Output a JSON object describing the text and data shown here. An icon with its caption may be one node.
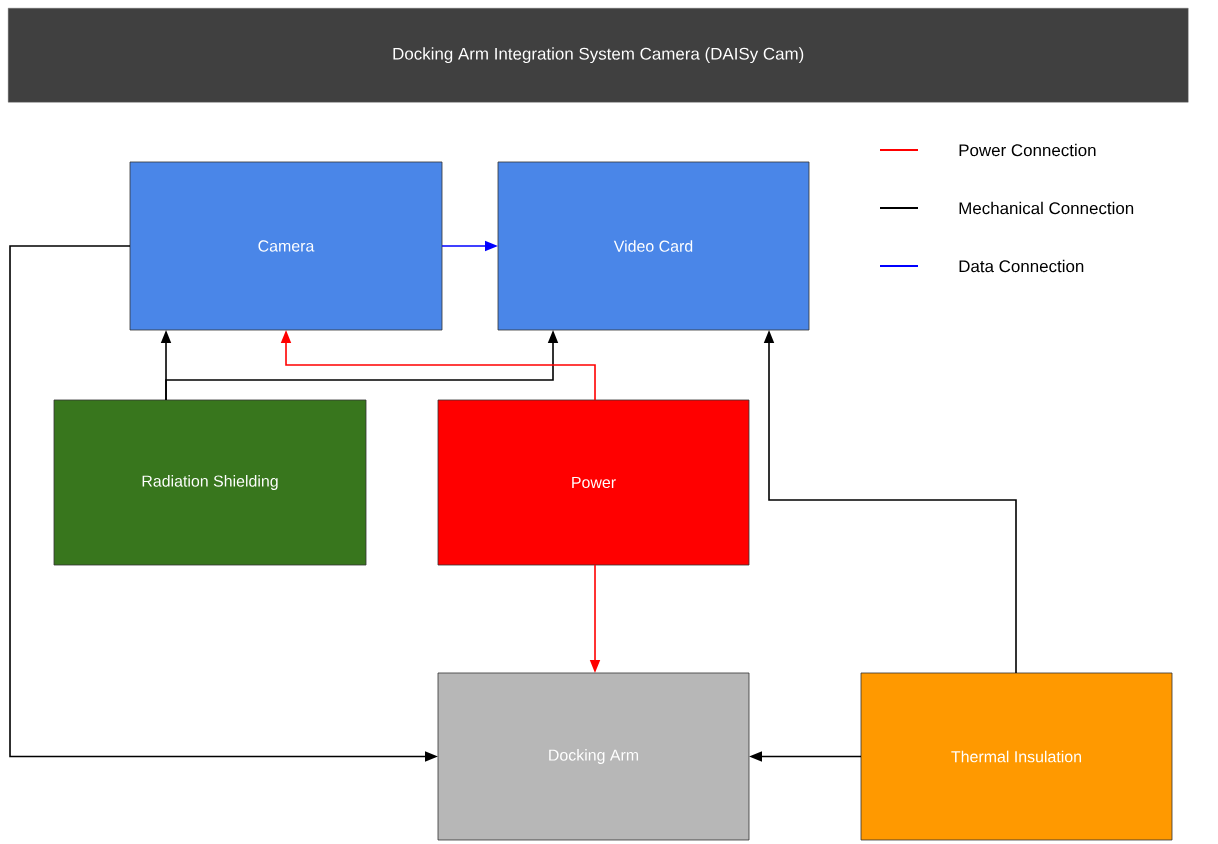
{
  "diagram": {
    "title": "Docking Arm Integration System Camera (DAISy Cam)",
    "nodes": [
      {
        "text": [
          "Camera"
        ]
      },
      {
        "text": [
          "Video Card"
        ]
      },
      {
        "text": [
          "Radiation Shielding"
        ]
      },
      {
        "text": [
          "Power"
        ]
      },
      {
        "text": [
          "Docking Arm"
        ]
      },
      {
        "text": [
          "Thermal Insulation"
        ]
      }
    ],
    "edges": [
      {
        "from": 0,
        "to": 1,
        "arrow": "to",
        "color": "#0000ff"
      },
      {
        "from": 2,
        "to": 0,
        "arrow": "to"
      },
      {
        "from": 2,
        "to": 1,
        "arrow": "to"
      },
      {
        "from": 3,
        "to": 0,
        "arrow": "to",
        "color": "#ff0000"
      },
      {
        "from": 3,
        "to": 4,
        "arrow": "to",
        "color": "#ff0000"
      },
      {
        "from": 0,
        "to": 4,
        "arrow": "to"
      },
      {
        "from": 5,
        "to": 4,
        "arrow": "to"
      },
      {
        "from": 5,
        "to": 1,
        "arrow": "to"
      }
    ],
    "legend": [
      {
        "text": "Power Connection"
      },
      {
        "text": "Mechanical Connection"
      },
      {
        "text": "Data Connection"
      }
    ]
  }
}
